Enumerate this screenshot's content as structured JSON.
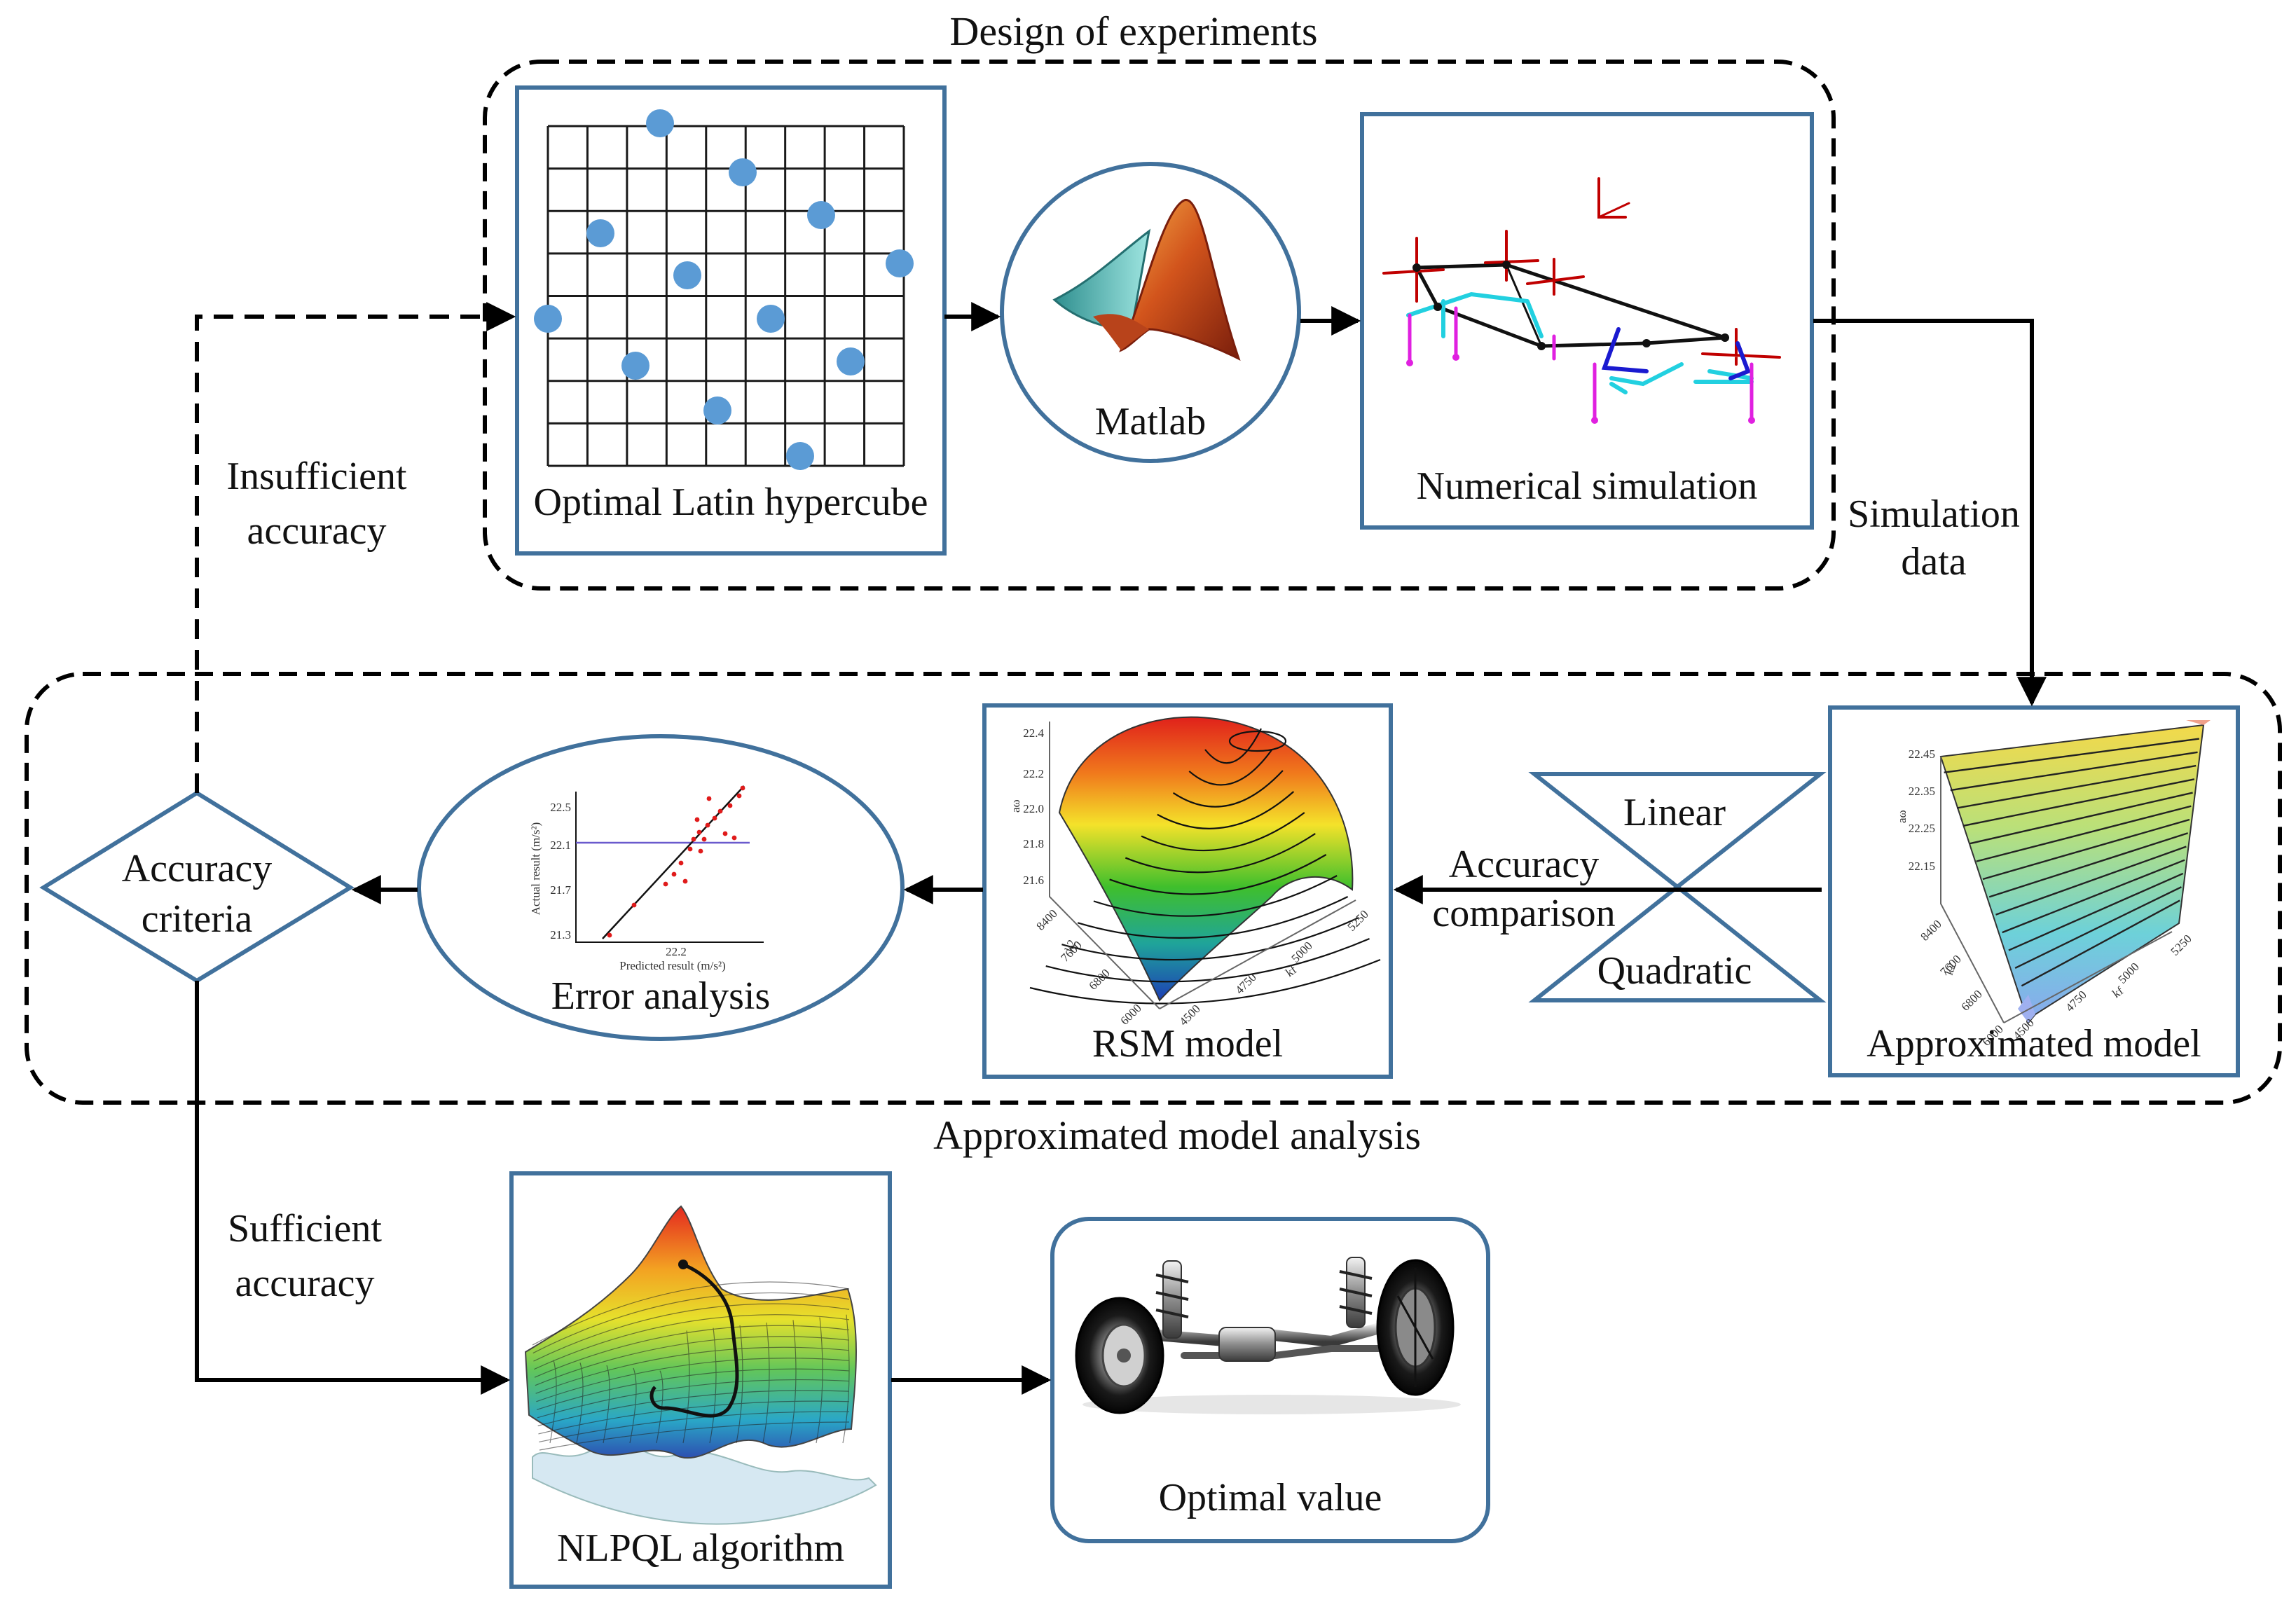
{
  "title_top": "Design of experiments",
  "title_bottom": "Approximated model analysis",
  "nodes": {
    "olh": "Optimal  Latin hypercube",
    "matlab": "Matlab",
    "numerical_simulation": "Numerical simulation",
    "approximated_model": "Approximated model",
    "rsm_model": "RSM model",
    "error_analysis": "Error analysis",
    "accuracy_criteria_line1": "Accuracy",
    "accuracy_criteria_line2": "criteria",
    "nlpql": "NLPQL  algorithm",
    "optimal_value": "Optimal  value",
    "linear": "Linear",
    "quadratic": "Quadratic",
    "accuracy_comparison_line1": "Accuracy",
    "accuracy_comparison_line2": "comparison"
  },
  "edge_labels": {
    "simulation_data_line1": "Simulation",
    "simulation_data_line2": "data",
    "insufficient_line1": "Insufficient",
    "insufficient_line2": "accuracy",
    "sufficient_line1": "Sufficient",
    "sufficient_line2": "accuracy"
  },
  "error_plot": {
    "ylabel": "Actual result (m/s²)",
    "xlabel": "Predicted result (m/s²)",
    "yticks": [
      "22.5",
      "22.1",
      "21.7",
      "21.3"
    ],
    "xtick": "22.2"
  },
  "rsm_plot": {
    "zlabel": "aω",
    "zticks": [
      "22.4",
      "22.2",
      "22.0",
      "21.8",
      "21.6"
    ],
    "x1label": "k2",
    "x1ticks": [
      "8400",
      "7600",
      "6800",
      "6000"
    ],
    "x2label": "kf",
    "x2ticks": [
      "4500",
      "4750",
      "5000",
      "5250"
    ]
  },
  "approx_plot": {
    "zlabel": "aω",
    "zticks": [
      "22.45",
      "22.35",
      "22.25",
      "22.15"
    ],
    "x1label": "k2",
    "x1ticks": [
      "8400",
      "7600",
      "6800",
      "6000"
    ],
    "x2label": "kf",
    "x2ticks": [
      "4500",
      "4750",
      "5000",
      "5250"
    ]
  },
  "colors": {
    "box_border": "#41719c",
    "dot": "#5b9bd5",
    "edge": "#000000"
  }
}
